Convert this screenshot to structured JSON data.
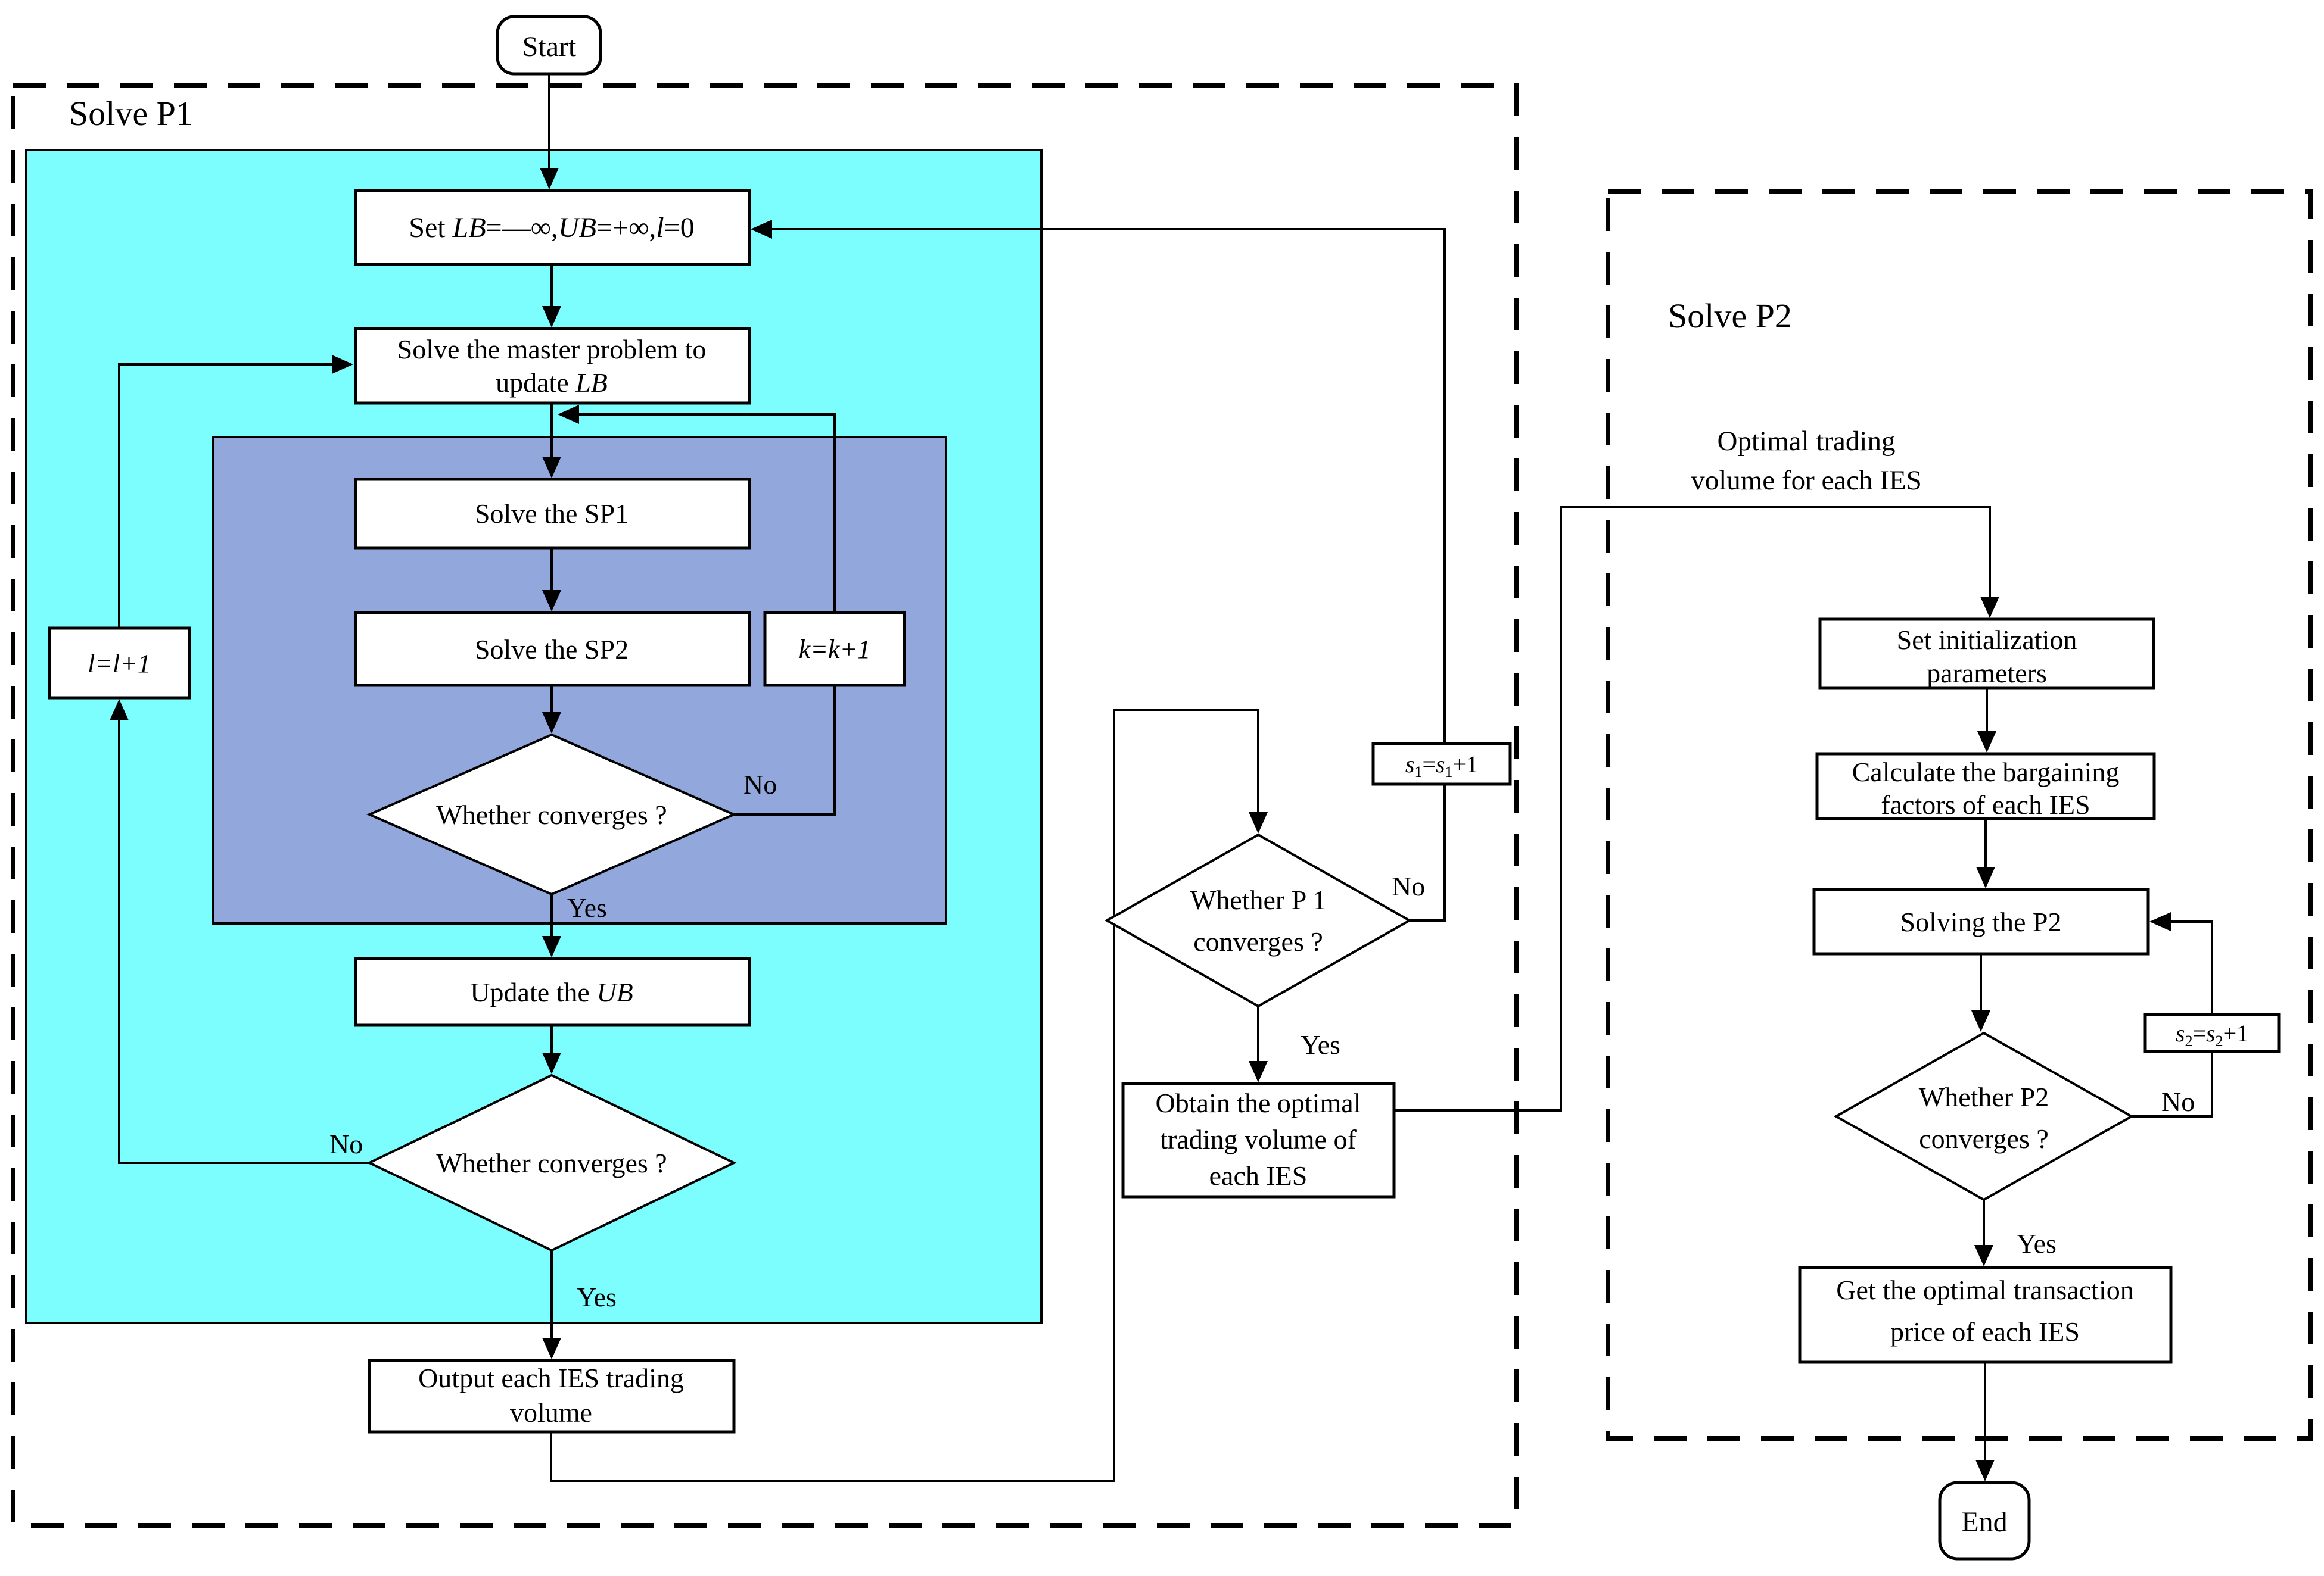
{
  "colors": {
    "p1_region_fill": "#7DFEFE",
    "inner_loop_fill": "#92A7DB",
    "box_fill": "#FFFFFF",
    "line": "#000000"
  },
  "sections": {
    "p1_label": "Solve P1",
    "p2_label": "Solve P2"
  },
  "labels": {
    "yes": "Yes",
    "no": "No"
  },
  "annotation": {
    "line1": "Optimal trading",
    "line2": "volume for each IES"
  },
  "nodes": {
    "start": "Start",
    "set_lb": {
      "pre": "Set ",
      "v1": "LB",
      "m1": "=—∞,",
      "v2": "UB",
      "m2": "=+∞,",
      "v3": "l",
      "post": "=0"
    },
    "master": {
      "line1": "Solve the master problem to",
      "line2_pre": "update ",
      "line2_var": "LB"
    },
    "sp1": "Solve the SP1",
    "sp2": "Solve the SP2",
    "k_inc": "k=k+1",
    "conv1": "Whether converges ?",
    "update_ub": {
      "pre": "Update the ",
      "var": "UB"
    },
    "conv2": "Whether converges ?",
    "l_inc": "l=l+1",
    "output": {
      "line1": "Output each IES trading",
      "line2": "volume"
    },
    "p1_conv": {
      "line1": "Whether P 1",
      "line2": "converges ?"
    },
    "s1_inc": {
      "s": "s",
      "sub": "1",
      "eq": "=",
      "s2": "s",
      "sub2": "1",
      "plus": "+1"
    },
    "obtain": {
      "line1": "Obtain the optimal",
      "line2": "trading volume of",
      "line3": "each IES"
    },
    "set_init": {
      "line1": "Set initialization",
      "line2": "parameters"
    },
    "calc": {
      "line1": "Calculate the bargaining",
      "line2": "factors of each IES"
    },
    "solving_p2": "Solving the P2",
    "s2_inc": {
      "s": "s",
      "sub": "2",
      "eq": "=",
      "s2": "s",
      "sub2": "2",
      "plus": "+1"
    },
    "p2_conv": {
      "line1": "Whether P2",
      "line2": "converges ?"
    },
    "get_price": {
      "line1": "Get the optimal transaction",
      "line2": "price of each IES"
    },
    "end": "End"
  }
}
